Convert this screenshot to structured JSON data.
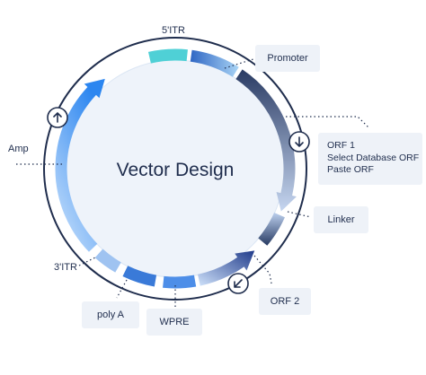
{
  "center_title": "Vector Design",
  "labels": {
    "itr5": "5'ITR",
    "itr3": "3'ITR",
    "amp": "Amp",
    "promoter": "Promoter",
    "orf1_title": "ORF 1",
    "orf1_select": "Select Database ORF",
    "orf1_paste": "Paste ORF",
    "linker": "Linker",
    "orf2": "ORF 2",
    "wpre": "WPRE",
    "polya": "poly A"
  },
  "icons": {
    "amp_toggle": "arrow-up-icon",
    "orf1_toggle": "arrow-down-icon",
    "orf2_toggle": "arrow-down-left-icon"
  },
  "colors": {
    "ring_outline": "#1f2d4d",
    "inner_fill": "#eef3fa",
    "box_fill": "#eef2f8",
    "itr_teal": "#4fd0d6",
    "amp_blue": "#3b8ff0",
    "dark_navy": "#2b3f6a",
    "text": "#1f2d4d"
  }
}
